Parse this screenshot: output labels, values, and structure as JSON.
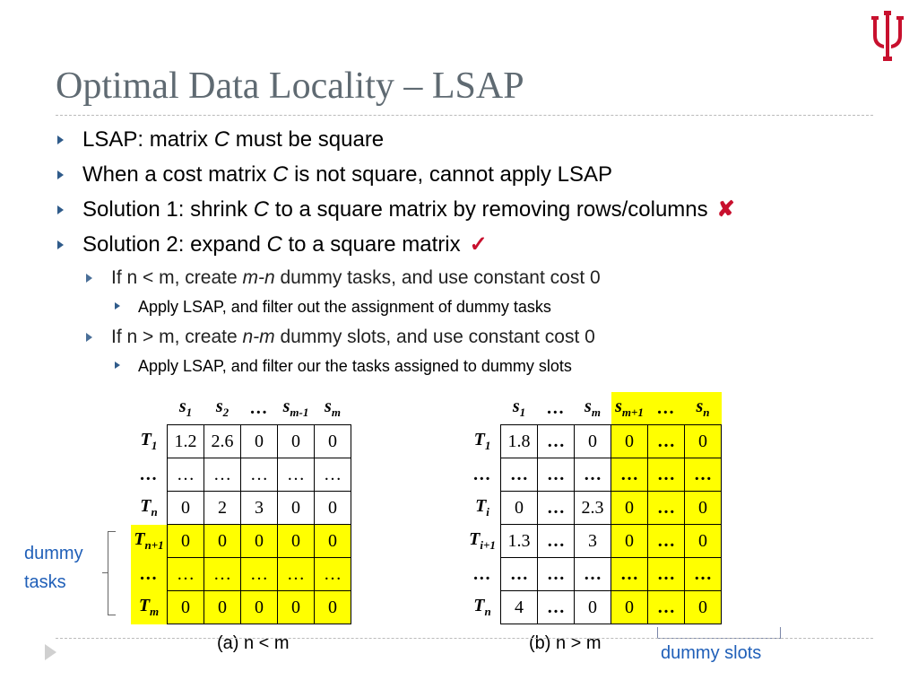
{
  "slide": {
    "title": "Optimal Data Locality – LSAP",
    "bullets": [
      {
        "level": 1,
        "parts": [
          {
            "t": "LSAP: matrix "
          },
          {
            "t": "C",
            "i": true
          },
          {
            "t": " must be square"
          }
        ]
      },
      {
        "level": 1,
        "parts": [
          {
            "t": "When a cost matrix "
          },
          {
            "t": "C",
            "i": true
          },
          {
            "t": " is not square, cannot apply LSAP"
          }
        ]
      },
      {
        "level": 1,
        "parts": [
          {
            "t": "Solution 1: shrink "
          },
          {
            "t": "C",
            "i": true
          },
          {
            "t": " to a square matrix by removing rows/columns"
          }
        ],
        "mark": "✘"
      },
      {
        "level": 1,
        "parts": [
          {
            "t": "Solution 2: expand "
          },
          {
            "t": "C",
            "i": true
          },
          {
            "t": " to a square matrix"
          }
        ],
        "mark": "✓"
      },
      {
        "level": 2,
        "parts": [
          {
            "t": "If n < m, create "
          },
          {
            "t": "m-n",
            "i": true
          },
          {
            "t": " dummy tasks, and use constant cost 0"
          }
        ]
      },
      {
        "level": 3,
        "parts": [
          {
            "t": "Apply LSAP, and filter out the assignment of dummy tasks"
          }
        ]
      },
      {
        "level": 2,
        "parts": [
          {
            "t": "If n > m, create "
          },
          {
            "t": "n-m",
            "i": true
          },
          {
            "t": " dummy slots, and use constant cost 0"
          }
        ]
      },
      {
        "level": 3,
        "parts": [
          {
            "t": "Apply LSAP, and filter our the tasks assigned to dummy slots"
          }
        ]
      }
    ]
  },
  "table_a": {
    "col_headers": [
      [
        "s",
        "1"
      ],
      [
        "s",
        "2"
      ],
      [
        "…",
        ""
      ],
      [
        "s",
        "m-1"
      ],
      [
        "s",
        "m"
      ]
    ],
    "rows": [
      {
        "label": [
          "T",
          "1"
        ],
        "cells": [
          "1.2",
          "2.6",
          "0",
          "0",
          "0"
        ],
        "dummy": false
      },
      {
        "label": [
          "…",
          ""
        ],
        "cells": [
          "…",
          "…",
          "…",
          "…",
          "…"
        ],
        "dummy": false
      },
      {
        "label": [
          "T",
          "n"
        ],
        "cells": [
          "0",
          "2",
          "3",
          "0",
          "0"
        ],
        "dummy": false
      },
      {
        "label": [
          "T",
          "n+1"
        ],
        "cells": [
          "0",
          "0",
          "0",
          "0",
          "0"
        ],
        "dummy": true
      },
      {
        "label": [
          "…",
          ""
        ],
        "cells": [
          "…",
          "…",
          "…",
          "…",
          "…"
        ],
        "dummy": true
      },
      {
        "label": [
          "T",
          "m"
        ],
        "cells": [
          "0",
          "0",
          "0",
          "0",
          "0"
        ],
        "dummy": true
      }
    ],
    "caption": "(a) n < m",
    "dummy_label_1": "dummy",
    "dummy_label_2": "tasks"
  },
  "table_b": {
    "col_headers": [
      [
        "s",
        "1"
      ],
      [
        "…",
        ""
      ],
      [
        "s",
        "m"
      ],
      [
        "s",
        "m+1"
      ],
      [
        "…",
        ""
      ],
      [
        "s",
        "n"
      ]
    ],
    "dummy_cols": [
      false,
      false,
      false,
      true,
      true,
      true
    ],
    "rows": [
      {
        "label": [
          "T",
          "1"
        ],
        "cells": [
          "1.8",
          "…",
          "0",
          "0",
          "…",
          "0"
        ]
      },
      {
        "label": [
          "…",
          ""
        ],
        "cells": [
          "…",
          "…",
          "…",
          "…",
          "…",
          "…"
        ]
      },
      {
        "label": [
          "T",
          "i"
        ],
        "cells": [
          "0",
          "…",
          "2.3",
          "0",
          "…",
          "0"
        ]
      },
      {
        "label": [
          "T",
          "i+1"
        ],
        "cells": [
          "1.3",
          "…",
          "3",
          "0",
          "…",
          "0"
        ]
      },
      {
        "label": [
          "…",
          ""
        ],
        "cells": [
          "…",
          "…",
          "…",
          "…",
          "…",
          "…"
        ]
      },
      {
        "label": [
          "T",
          "n"
        ],
        "cells": [
          "4",
          "…",
          "0",
          "0",
          "…",
          "0"
        ]
      }
    ],
    "caption": "(b) n > m",
    "dummy_label": "dummy slots"
  },
  "colors": {
    "title": "#5f6a72",
    "highlight": "#ffff00",
    "dummy_text": "#1f5fb8",
    "logo": "#c8102e",
    "bullet_arrow": "#2f5b8a"
  },
  "logo_icon": "iu-trident-icon",
  "nav_icon": "play-triangle-icon"
}
